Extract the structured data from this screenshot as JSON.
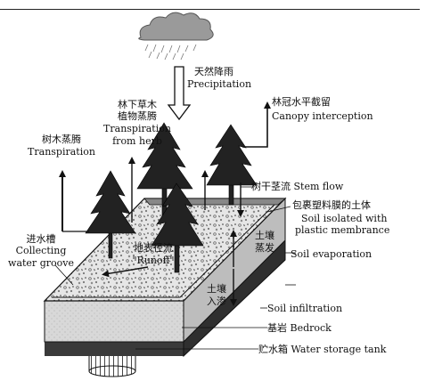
{
  "labels": {
    "precipitation_zh": "天然降雨",
    "precipitation_en": "Precipitation",
    "herb_zh_1": "林下草木",
    "herb_zh_2": "植物蒸腾",
    "herb_en_1": "Transpiration",
    "herb_en_2": "from herb",
    "canopy_zh": "林冠水平截留",
    "canopy_en": "Canopy interception",
    "tree_transp_zh": "树木蒸腾",
    "tree_transp_en": "Transpiration",
    "stemflow": "树干茎流 Stem flow",
    "soil_isolated_zh": "包裹塑料膜的土体",
    "soil_isolated_en_1": "Soil isolated with",
    "soil_isolated_en_2": "plastic membrance",
    "groove_zh": "进水槽",
    "groove_en_1": "Collecting",
    "groove_en_2": "water groove",
    "runoff_zh": "地表径流",
    "runoff_en": "\"Runoff\"",
    "soil_evap_zh_1": "土壤",
    "soil_evap_zh_2": "蒸发",
    "soil_evap_en": "Soil evaporation",
    "soil_infil_zh_1": "土壤",
    "soil_infil_zh_2": "入渗",
    "soil_infil_en": "Soil infiltration",
    "bedrock": "基岩 Bedrock",
    "tank": "贮水箱 Water storage tank"
  }
}
